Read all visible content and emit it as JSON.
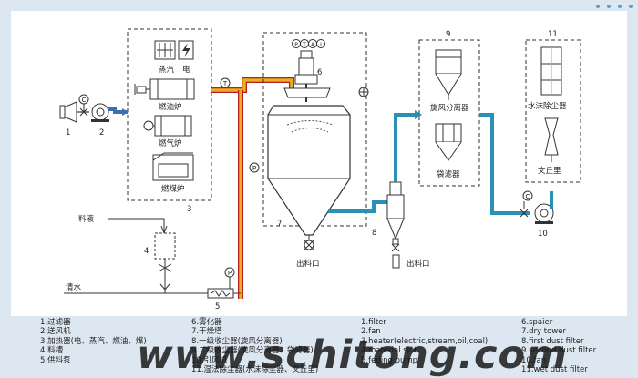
{
  "colors": {
    "background": "#dde7f1",
    "panel": "#ffffff",
    "water_pipe": "#2a90b8",
    "hot_air_pipe": "#e8b020",
    "hot_air_outline": "#b52020",
    "air_pipe": "#3d6fb0",
    "line": "#333333"
  },
  "labels": {
    "steam": "蒸汽",
    "electric": "电",
    "oil_furnace": "燃油炉",
    "gas_furnace": "燃气炉",
    "coal_furnace": "燃煤炉",
    "cyclone": "旋风分离器",
    "bag_filter": "袋滤器",
    "wet_dust": "水沫除尘器",
    "venturi": "文丘里",
    "feed_liquid": "料液",
    "clean_water": "清水",
    "outlet_tower": "出料口",
    "outlet_cyclone": "出料口"
  },
  "symbols": {
    "control": "C",
    "temperature": "T",
    "pressure": "P",
    "atomizer_p": "P",
    "atomizer_t": "T",
    "atomizer_a": "A",
    "atomizer_i": "I"
  },
  "numbers": {
    "n1": "1",
    "n2": "2",
    "n3": "3",
    "n4": "4",
    "n5": "5",
    "n6": "6",
    "n7": "7",
    "n8": "8",
    "n9": "9",
    "n10": "10",
    "n11": "11"
  },
  "legend_cn_left": [
    "1.过滤器",
    "2.送风机",
    "3.加热器(电、蒸汽、燃油、煤)",
    "4.料槽",
    "5.供料泵"
  ],
  "legend_cn_right": [
    "6.雾化器",
    "7.干燥塔",
    "8.一级收尘器(旋风分离器)",
    "9.二级收尘器(旋风分离器、袋滤器)",
    "10.引风机",
    "11.湿法除尘器(水沫除尘器、文丘里)"
  ],
  "legend_en_left": [
    "1.filter",
    "2.fan",
    "3.heater(electric,stream,oil,coal)",
    "4.material slot",
    "5.feding pump"
  ],
  "legend_en_right": [
    "6.spaier",
    "7.dry tower",
    "8.first dust filter",
    "9.second dust filter",
    "10.fan",
    "11.wet dust filter"
  ],
  "watermark": "www.schitong.com"
}
